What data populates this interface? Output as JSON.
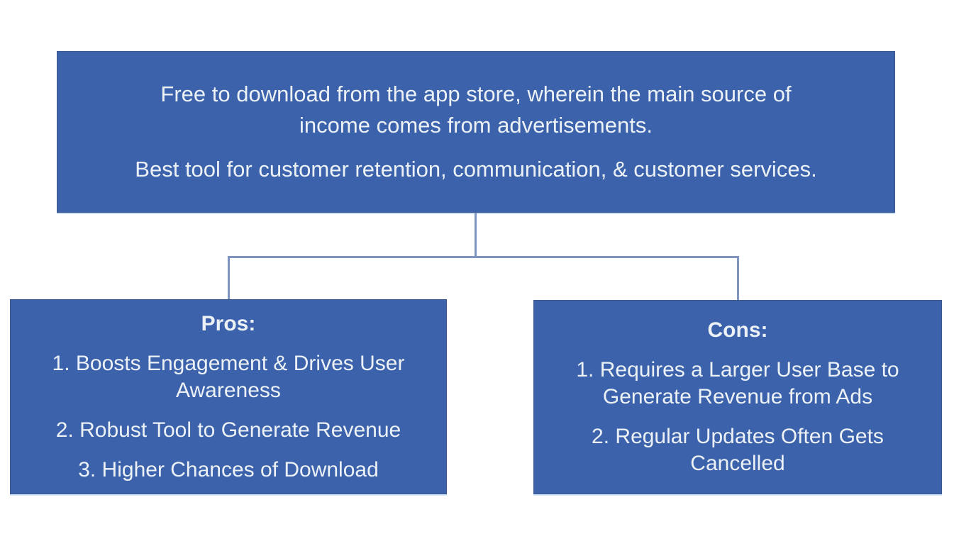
{
  "diagram": {
    "type": "hierarchy",
    "colors": {
      "box_fill": "#3C62AB",
      "connector": "#7D95C0",
      "text": "#ECF1F6",
      "background": "#FFFFFF"
    },
    "root_box": {
      "paragraphs": [
        {
          "lines": [
            "Free to download from the app store, wherein the main source of",
            "income comes from advertisements."
          ]
        },
        {
          "lines": [
            "Best tool for customer retention, communication, & customer services."
          ]
        }
      ]
    },
    "pros_box": {
      "title": "Pros:",
      "items": [
        {
          "lines": [
            "1. Boosts Engagement & Drives User",
            "Awareness"
          ]
        },
        {
          "lines": [
            "2. Robust Tool to Generate Revenue"
          ]
        },
        {
          "lines": [
            "3. Higher Chances of Download"
          ]
        }
      ]
    },
    "cons_box": {
      "title": "Cons:",
      "items": [
        {
          "lines": [
            "1. Requires a Larger User Base to",
            "Generate Revenue from Ads"
          ]
        },
        {
          "lines": [
            "2. Regular Updates Often Gets",
            "Cancelled"
          ]
        }
      ]
    }
  }
}
